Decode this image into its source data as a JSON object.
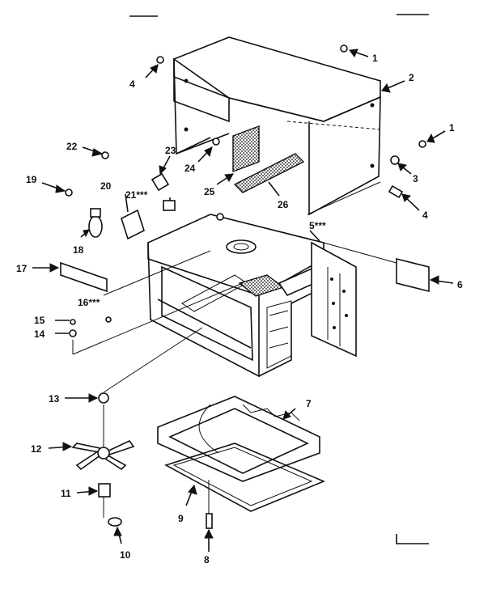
{
  "callouts": [
    {
      "id": "1a",
      "text": "1"
    },
    {
      "id": "2",
      "text": "2"
    },
    {
      "id": "1b",
      "text": "1"
    },
    {
      "id": "3",
      "text": "3"
    },
    {
      "id": "4a",
      "text": "4"
    },
    {
      "id": "4b",
      "text": "4"
    },
    {
      "id": "5",
      "text": "5***"
    },
    {
      "id": "6",
      "text": "6"
    },
    {
      "id": "7",
      "text": "7"
    },
    {
      "id": "8",
      "text": "8"
    },
    {
      "id": "9",
      "text": "9"
    },
    {
      "id": "10",
      "text": "10"
    },
    {
      "id": "11",
      "text": "11"
    },
    {
      "id": "12",
      "text": "12"
    },
    {
      "id": "13",
      "text": "13"
    },
    {
      "id": "14",
      "text": "14"
    },
    {
      "id": "15",
      "text": "15"
    },
    {
      "id": "16",
      "text": "16***"
    },
    {
      "id": "17",
      "text": "17"
    },
    {
      "id": "18",
      "text": "18"
    },
    {
      "id": "19",
      "text": "19"
    },
    {
      "id": "20",
      "text": "20"
    },
    {
      "id": "21",
      "text": "21***"
    },
    {
      "id": "22",
      "text": "22"
    },
    {
      "id": "23",
      "text": "23"
    },
    {
      "id": "24",
      "text": "24"
    },
    {
      "id": "25",
      "text": "25"
    },
    {
      "id": "26",
      "text": "26"
    }
  ]
}
